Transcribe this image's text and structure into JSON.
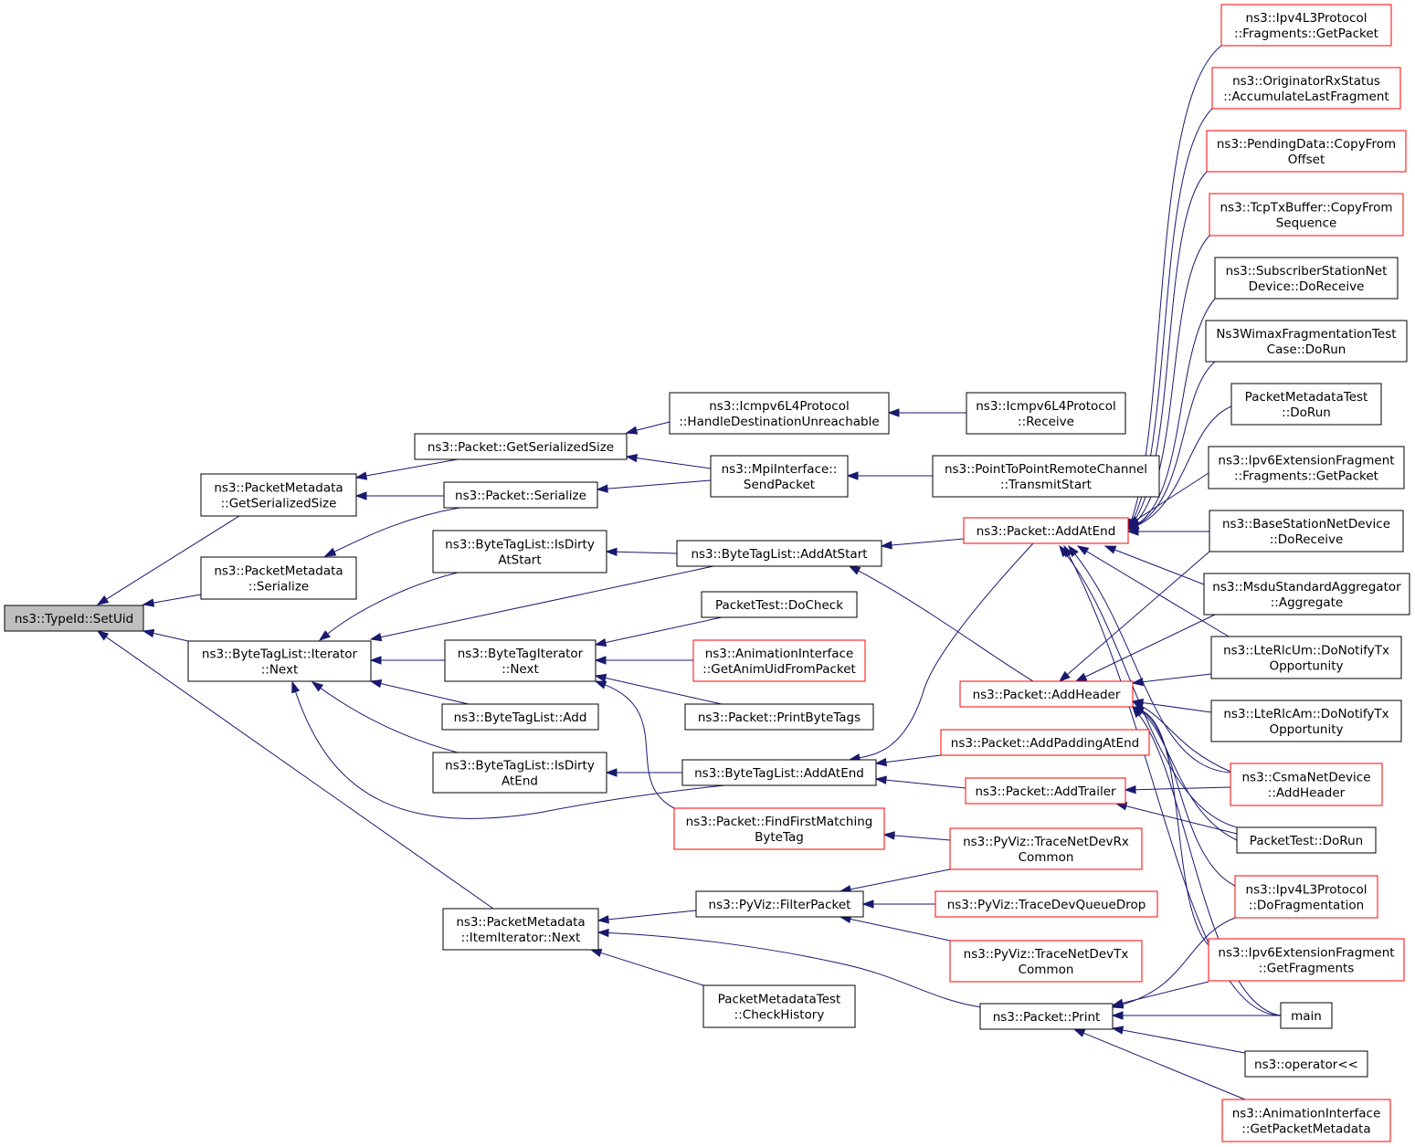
{
  "colors": {
    "edge": "#191970",
    "current_fill": "#bfbfbf",
    "node_fill": "#ffffff",
    "border_normal": "#000000",
    "border_truncated": "#ff0000"
  },
  "nodes": [
    {
      "id": "setuid",
      "lines": [
        "ns3::TypeId::SetUid"
      ],
      "style": "current"
    },
    {
      "id": "pm_getsersize",
      "lines": [
        "ns3::PacketMetadata",
        "::GetSerializedSize"
      ],
      "style": "normal"
    },
    {
      "id": "pm_serialize",
      "lines": [
        "ns3::PacketMetadata",
        "::Serialize"
      ],
      "style": "normal"
    },
    {
      "id": "btl_iter_next",
      "lines": [
        "ns3::ByteTagList::Iterator",
        "::Next"
      ],
      "style": "normal"
    },
    {
      "id": "pm_itemiter_next",
      "lines": [
        "ns3::PacketMetadata",
        "::ItemIterator::Next"
      ],
      "style": "normal"
    },
    {
      "id": "pkt_getsersize",
      "lines": [
        "ns3::Packet::GetSerializedSize"
      ],
      "style": "normal"
    },
    {
      "id": "pkt_serialize",
      "lines": [
        "ns3::Packet::Serialize"
      ],
      "style": "normal"
    },
    {
      "id": "btl_isdirty_start",
      "lines": [
        "ns3::ByteTagList::IsDirty",
        "AtStart"
      ],
      "style": "normal"
    },
    {
      "id": "bti_next",
      "lines": [
        "ns3::ByteTagIterator",
        "::Next"
      ],
      "style": "normal"
    },
    {
      "id": "btl_add",
      "lines": [
        "ns3::ByteTagList::Add"
      ],
      "style": "normal"
    },
    {
      "id": "btl_isdirty_end",
      "lines": [
        "ns3::ByteTagList::IsDirty",
        "AtEnd"
      ],
      "style": "normal"
    },
    {
      "id": "icmpv6_hdu",
      "lines": [
        "ns3::Icmpv6L4Protocol",
        "::HandleDestinationUnreachable"
      ],
      "style": "normal"
    },
    {
      "id": "mpi_sendpacket",
      "lines": [
        "ns3::MpiInterface::",
        "SendPacket"
      ],
      "style": "normal"
    },
    {
      "id": "btl_addatstart",
      "lines": [
        "ns3::ByteTagList::AddAtStart"
      ],
      "style": "normal"
    },
    {
      "id": "packettest_docheck",
      "lines": [
        "PacketTest::DoCheck"
      ],
      "style": "normal"
    },
    {
      "id": "anim_getuid",
      "lines": [
        "ns3::AnimationInterface",
        "::GetAnimUidFromPacket"
      ],
      "style": "truncated"
    },
    {
      "id": "pkt_printbytetags",
      "lines": [
        "ns3::Packet::PrintByteTags"
      ],
      "style": "normal"
    },
    {
      "id": "btl_addatend",
      "lines": [
        "ns3::ByteTagList::AddAtEnd"
      ],
      "style": "normal"
    },
    {
      "id": "pkt_findfirst",
      "lines": [
        "ns3::Packet::FindFirstMatching",
        "ByteTag"
      ],
      "style": "truncated"
    },
    {
      "id": "pyviz_filter",
      "lines": [
        "ns3::PyViz::FilterPacket"
      ],
      "style": "normal"
    },
    {
      "id": "pmtest_checkhistory",
      "lines": [
        "PacketMetadataTest",
        "::CheckHistory"
      ],
      "style": "normal"
    },
    {
      "id": "icmpv6_receive",
      "lines": [
        "ns3::Icmpv6L4Protocol",
        "::Receive"
      ],
      "style": "normal"
    },
    {
      "id": "p2p_transmitstart",
      "lines": [
        "ns3::PointToPointRemoteChannel",
        "::TransmitStart"
      ],
      "style": "normal"
    },
    {
      "id": "pkt_addatend",
      "lines": [
        "ns3::Packet::AddAtEnd"
      ],
      "style": "truncated"
    },
    {
      "id": "pkt_addheader",
      "lines": [
        "ns3::Packet::AddHeader"
      ],
      "style": "truncated"
    },
    {
      "id": "pkt_addpadding",
      "lines": [
        "ns3::Packet::AddPaddingAtEnd"
      ],
      "style": "truncated"
    },
    {
      "id": "pkt_addtrailer",
      "lines": [
        "ns3::Packet::AddTrailer"
      ],
      "style": "truncated"
    },
    {
      "id": "pyviz_rx",
      "lines": [
        "ns3::PyViz::TraceNetDevRx",
        "Common"
      ],
      "style": "truncated"
    },
    {
      "id": "pyviz_qdrop",
      "lines": [
        "ns3::PyViz::TraceDevQueueDrop"
      ],
      "style": "truncated"
    },
    {
      "id": "pyviz_tx",
      "lines": [
        "ns3::PyViz::TraceNetDevTx",
        "Common"
      ],
      "style": "truncated"
    },
    {
      "id": "pkt_print",
      "lines": [
        "ns3::Packet::Print"
      ],
      "style": "normal"
    },
    {
      "id": "ipv4_frag_getpacket",
      "lines": [
        "ns3::Ipv4L3Protocol",
        "::Fragments::GetPacket"
      ],
      "style": "truncated"
    },
    {
      "id": "orig_accum",
      "lines": [
        "ns3::OriginatorRxStatus",
        "::AccumulateLastFragment"
      ],
      "style": "truncated"
    },
    {
      "id": "pending_copy",
      "lines": [
        "ns3::PendingData::CopyFrom",
        "Offset"
      ],
      "style": "truncated"
    },
    {
      "id": "tcptx_copy",
      "lines": [
        "ns3::TcpTxBuffer::CopyFrom",
        "Sequence"
      ],
      "style": "truncated"
    },
    {
      "id": "ss_doreceive",
      "lines": [
        "ns3::SubscriberStationNet",
        "Device::DoReceive"
      ],
      "style": "normal"
    },
    {
      "id": "wimax_frag",
      "lines": [
        "Ns3WimaxFragmentationTest",
        "Case::DoRun"
      ],
      "style": "normal"
    },
    {
      "id": "pmtest_dorun",
      "lines": [
        "PacketMetadataTest",
        "::DoRun"
      ],
      "style": "normal"
    },
    {
      "id": "ipv6_frag_getpacket",
      "lines": [
        "ns3::Ipv6ExtensionFragment",
        "::Fragments::GetPacket"
      ],
      "style": "normal"
    },
    {
      "id": "bs_doreceive",
      "lines": [
        "ns3::BaseStationNetDevice",
        "::DoReceive"
      ],
      "style": "normal"
    },
    {
      "id": "msdu_agg",
      "lines": [
        "ns3::MsduStandardAggregator",
        "::Aggregate"
      ],
      "style": "normal"
    },
    {
      "id": "lte_um",
      "lines": [
        "ns3::LteRlcUm::DoNotifyTx",
        "Opportunity"
      ],
      "style": "normal"
    },
    {
      "id": "lte_am",
      "lines": [
        "ns3::LteRlcAm::DoNotifyTx",
        "Opportunity"
      ],
      "style": "normal"
    },
    {
      "id": "csma_addheader",
      "lines": [
        "ns3::CsmaNetDevice",
        "::AddHeader"
      ],
      "style": "truncated"
    },
    {
      "id": "packettest_dorun",
      "lines": [
        "PacketTest::DoRun"
      ],
      "style": "normal"
    },
    {
      "id": "ipv4_dofrag",
      "lines": [
        "ns3::Ipv4L3Protocol",
        "::DoFragmentation"
      ],
      "style": "truncated"
    },
    {
      "id": "ipv6_getfrags",
      "lines": [
        "ns3::Ipv6ExtensionFragment",
        "::GetFragments"
      ],
      "style": "truncated"
    },
    {
      "id": "main",
      "lines": [
        "main"
      ],
      "style": "normal"
    },
    {
      "id": "op_shift",
      "lines": [
        "ns3::operator<<"
      ],
      "style": "normal"
    },
    {
      "id": "anim_getpktmeta",
      "lines": [
        "ns3::AnimationInterface",
        "::GetPacketMetadata"
      ],
      "style": "truncated"
    }
  ],
  "edges": [
    [
      "pm_getsersize",
      "setuid"
    ],
    [
      "pm_serialize",
      "setuid"
    ],
    [
      "btl_iter_next",
      "setuid"
    ],
    [
      "pm_itemiter_next",
      "setuid"
    ],
    [
      "pkt_getsersize",
      "pm_getsersize"
    ],
    [
      "pkt_serialize",
      "pm_getsersize"
    ],
    [
      "pkt_serialize",
      "pm_serialize"
    ],
    [
      "btl_isdirty_start",
      "btl_iter_next"
    ],
    [
      "btl_addatstart",
      "btl_iter_next"
    ],
    [
      "bti_next",
      "btl_iter_next"
    ],
    [
      "btl_add",
      "btl_iter_next"
    ],
    [
      "btl_isdirty_end",
      "btl_iter_next"
    ],
    [
      "btl_addatend",
      "btl_iter_next"
    ],
    [
      "icmpv6_hdu",
      "pkt_getsersize"
    ],
    [
      "mpi_sendpacket",
      "pkt_getsersize"
    ],
    [
      "mpi_sendpacket",
      "pkt_serialize"
    ],
    [
      "btl_addatstart",
      "btl_isdirty_start"
    ],
    [
      "packettest_docheck",
      "bti_next"
    ],
    [
      "anim_getuid",
      "bti_next"
    ],
    [
      "pkt_printbytetags",
      "bti_next"
    ],
    [
      "pkt_findfirst",
      "bti_next"
    ],
    [
      "btl_addatend",
      "btl_isdirty_end"
    ],
    [
      "pyviz_filter",
      "pm_itemiter_next"
    ],
    [
      "pmtest_checkhistory",
      "pm_itemiter_next"
    ],
    [
      "pkt_print",
      "pm_itemiter_next"
    ],
    [
      "icmpv6_receive",
      "icmpv6_hdu"
    ],
    [
      "p2p_transmitstart",
      "mpi_sendpacket"
    ],
    [
      "pkt_addatend",
      "btl_addatstart"
    ],
    [
      "pkt_addheader",
      "btl_addatstart"
    ],
    [
      "pkt_addatend",
      "btl_addatend"
    ],
    [
      "pkt_addpadding",
      "btl_addatend"
    ],
    [
      "pkt_addtrailer",
      "btl_addatend"
    ],
    [
      "pyviz_rx",
      "pkt_findfirst"
    ],
    [
      "pyviz_rx",
      "pyviz_filter"
    ],
    [
      "pyviz_qdrop",
      "pyviz_filter"
    ],
    [
      "pyviz_tx",
      "pyviz_filter"
    ],
    [
      "ipv4_frag_getpacket",
      "pkt_addatend"
    ],
    [
      "orig_accum",
      "pkt_addatend"
    ],
    [
      "pending_copy",
      "pkt_addatend"
    ],
    [
      "tcptx_copy",
      "pkt_addatend"
    ],
    [
      "ss_doreceive",
      "pkt_addatend"
    ],
    [
      "wimax_frag",
      "pkt_addatend"
    ],
    [
      "pmtest_dorun",
      "pkt_addatend"
    ],
    [
      "ipv6_frag_getpacket",
      "pkt_addatend"
    ],
    [
      "bs_doreceive",
      "pkt_addatend"
    ],
    [
      "msdu_agg",
      "pkt_addatend"
    ],
    [
      "lte_um",
      "pkt_addatend"
    ],
    [
      "packettest_dorun",
      "pkt_addatend"
    ],
    [
      "main",
      "pkt_addatend"
    ],
    [
      "csma_addheader",
      "pkt_addatend"
    ],
    [
      "bs_doreceive",
      "pkt_addheader"
    ],
    [
      "msdu_agg",
      "pkt_addheader"
    ],
    [
      "lte_um",
      "pkt_addheader"
    ],
    [
      "lte_am",
      "pkt_addheader"
    ],
    [
      "csma_addheader",
      "pkt_addheader"
    ],
    [
      "packettest_dorun",
      "pkt_addheader"
    ],
    [
      "ipv4_dofrag",
      "pkt_addheader"
    ],
    [
      "ipv6_getfrags",
      "pkt_addheader"
    ],
    [
      "main",
      "pkt_addheader"
    ],
    [
      "csma_addheader",
      "pkt_addtrailer"
    ],
    [
      "packettest_dorun",
      "pkt_addtrailer"
    ],
    [
      "ipv4_dofrag",
      "pkt_print"
    ],
    [
      "ipv6_getfrags",
      "pkt_print"
    ],
    [
      "main",
      "pkt_print"
    ],
    [
      "op_shift",
      "pkt_print"
    ],
    [
      "anim_getpktmeta",
      "pkt_print"
    ]
  ]
}
